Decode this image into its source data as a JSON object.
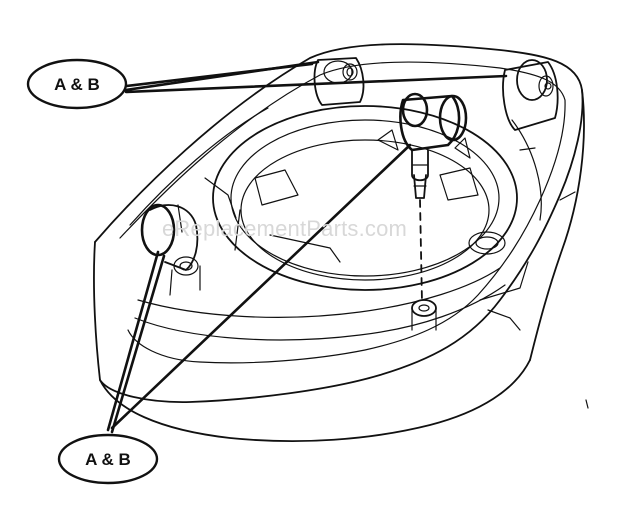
{
  "labels": {
    "top": "A & B",
    "bottom": "A & B"
  },
  "watermark": "eReplacementParts.com",
  "colors": {
    "ink": "#111111",
    "paper": "#ffffff",
    "watermark": "#d8d8d8"
  }
}
